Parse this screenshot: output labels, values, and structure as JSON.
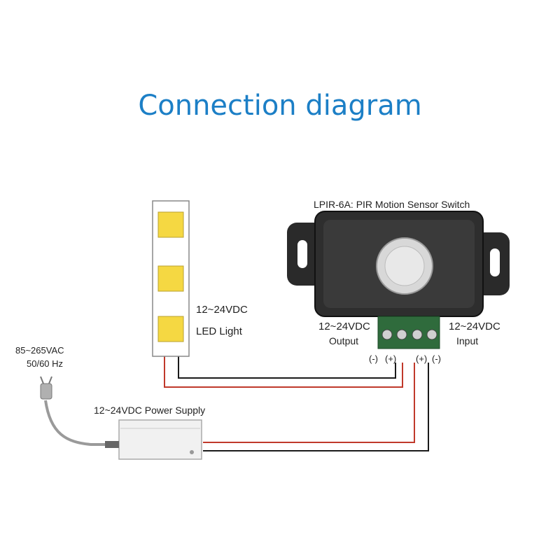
{
  "title": "Connection diagram",
  "device": {
    "name": "LPIR-6A: PIR Motion Sensor Switch",
    "output_voltage": "12~24VDC",
    "output_label": "Output",
    "input_voltage": "12~24VDC",
    "input_label": "Input",
    "output_terminals": [
      "(-)",
      "(+)"
    ],
    "input_terminals": [
      "(+)",
      "(-)"
    ]
  },
  "led": {
    "voltage": "12~24VDC",
    "label": "LED Light"
  },
  "mains": {
    "voltage": "85~265VAC",
    "frequency": "50/60 Hz"
  },
  "power_supply": {
    "label": "12~24VDC Power Supply"
  },
  "colors": {
    "title": "#1c7fc6",
    "wire_red": "#c0392b",
    "wire_black": "#1a1a1a",
    "led_chip": "#f5d842",
    "terminal_green": "#2f6b3c",
    "sensor_body": "#2e2e2e"
  }
}
